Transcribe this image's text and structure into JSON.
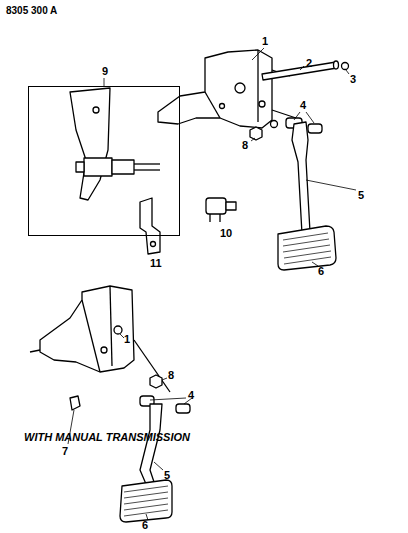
{
  "diagram": {
    "nodes": [
      {
        "text": [
          "9"
        ]
      }
    ],
    "labels": [
      "8305 300 A",
      "1",
      "2",
      "3",
      "8",
      "4",
      "5",
      "6",
      "10",
      "11",
      "1",
      "8",
      "4",
      "7",
      "5",
      "6",
      "WITH MANUAL TRANSMISSION"
    ]
  }
}
